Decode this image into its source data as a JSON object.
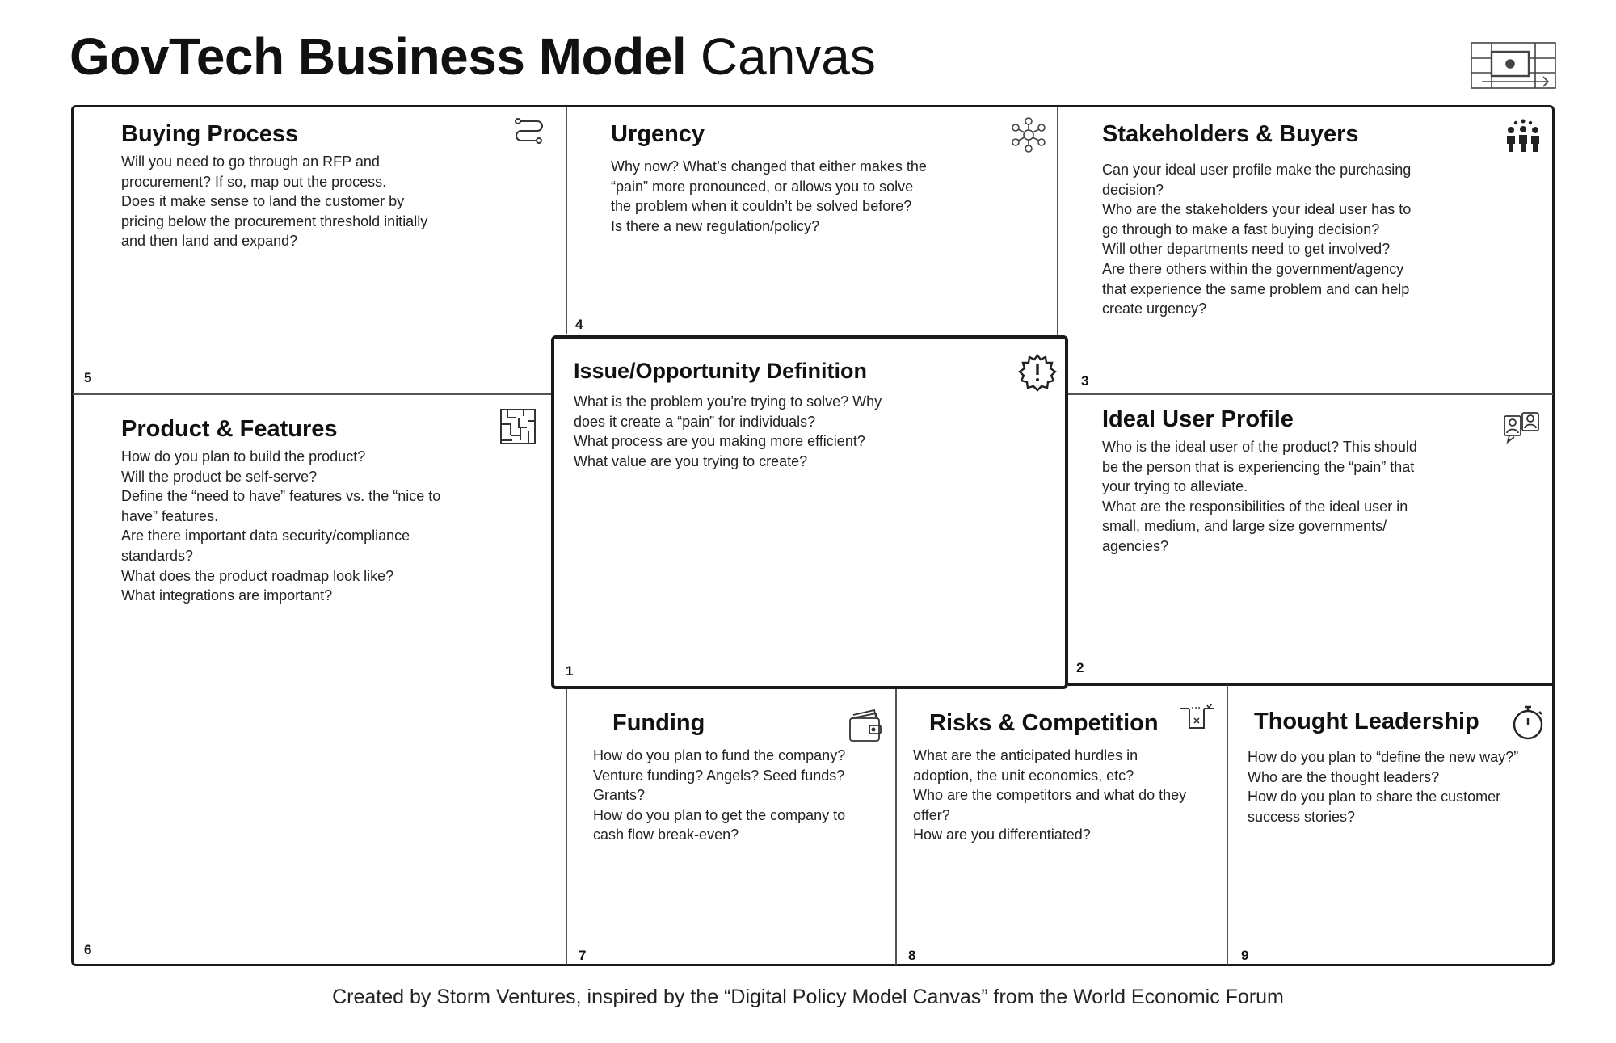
{
  "header": {
    "title_bold": "GovTech Business Model",
    "title_light": "Canvas"
  },
  "sections": {
    "buying_process": {
      "title": "Buying Process",
      "number": "5",
      "icon": "route-icon",
      "questions": [
        "Will you need to go through an RFP and",
        "procurement? If so, map out the process.",
        "Does it make sense to land the customer by",
        "pricing below the procurement threshold initially",
        "and then land and expand?"
      ]
    },
    "urgency": {
      "title": "Urgency",
      "number": "4",
      "icon": "network-icon",
      "questions": [
        "Why now? What’s changed that either makes the",
        "“pain” more pronounced, or allows you to solve",
        "the problem when it couldn’t be solved before?",
        "Is there a new regulation/policy?"
      ]
    },
    "stakeholders": {
      "title": "Stakeholders & Buyers",
      "number": "3",
      "icon": "people-group-icon",
      "questions": [
        "Can your ideal user profile make the purchasing",
        "decision?",
        "Who are the stakeholders your ideal user has to",
        "go through to make a fast buying decision?",
        "Will other departments need to get involved?",
        "Are there others within the government/agency",
        "that experience the same problem and can help",
        "create urgency?"
      ]
    },
    "issue": {
      "title": "Issue/Opportunity Definition",
      "number": "1",
      "icon": "alert-badge-icon",
      "questions": [
        "What is the problem you’re trying to solve? Why",
        "does it create a “pain” for individuals?",
        "What process are you making more efficient?",
        "What value are you trying to create?"
      ]
    },
    "product": {
      "title": "Product & Features",
      "number": "6",
      "icon": "maze-icon",
      "questions": [
        "How do you plan to build the product?",
        "Will the product be self-serve?",
        "Define the “need to have” features vs. the “nice to",
        "have” features.",
        "Are there important data security/compliance",
        "standards?",
        "What does the product roadmap look like?",
        "What integrations are important?"
      ]
    },
    "ideal_user": {
      "title": "Ideal User Profile",
      "number": "2",
      "icon": "user-profiles-icon",
      "questions": [
        "Who is the ideal user of the product? This should",
        "be the person that is experiencing the “pain” that",
        "your trying to alleviate.",
        "What are the responsibilities of the ideal user in",
        "small, medium, and large size governments/",
        "agencies?"
      ]
    },
    "funding": {
      "title": "Funding",
      "number": "7",
      "icon": "wallet-icon",
      "questions": [
        "How do you plan to fund the company?",
        "Venture funding? Angels? Seed funds?",
        "Grants?",
        "How do you plan to get the company to",
        "cash flow break-even?"
      ]
    },
    "risks": {
      "title": "Risks & Competition",
      "number": "8",
      "icon": "hurdle-icon",
      "questions": [
        "What are the anticipated hurdles in",
        "adoption, the unit economics, etc?",
        "Who are the competitors and what do they",
        "offer?",
        "How are you differentiated?"
      ]
    },
    "thought": {
      "title": "Thought Leadership",
      "number": "9",
      "icon": "stopwatch-icon",
      "questions": [
        "How do you plan to “define the new way?”",
        "Who are the thought leaders?",
        "How do you plan to share the customer",
        "success stories?"
      ]
    }
  },
  "footer": {
    "credit": "Created by Storm Ventures, inspired by the “Digital Policy Model Canvas” from the World Economic Forum"
  }
}
